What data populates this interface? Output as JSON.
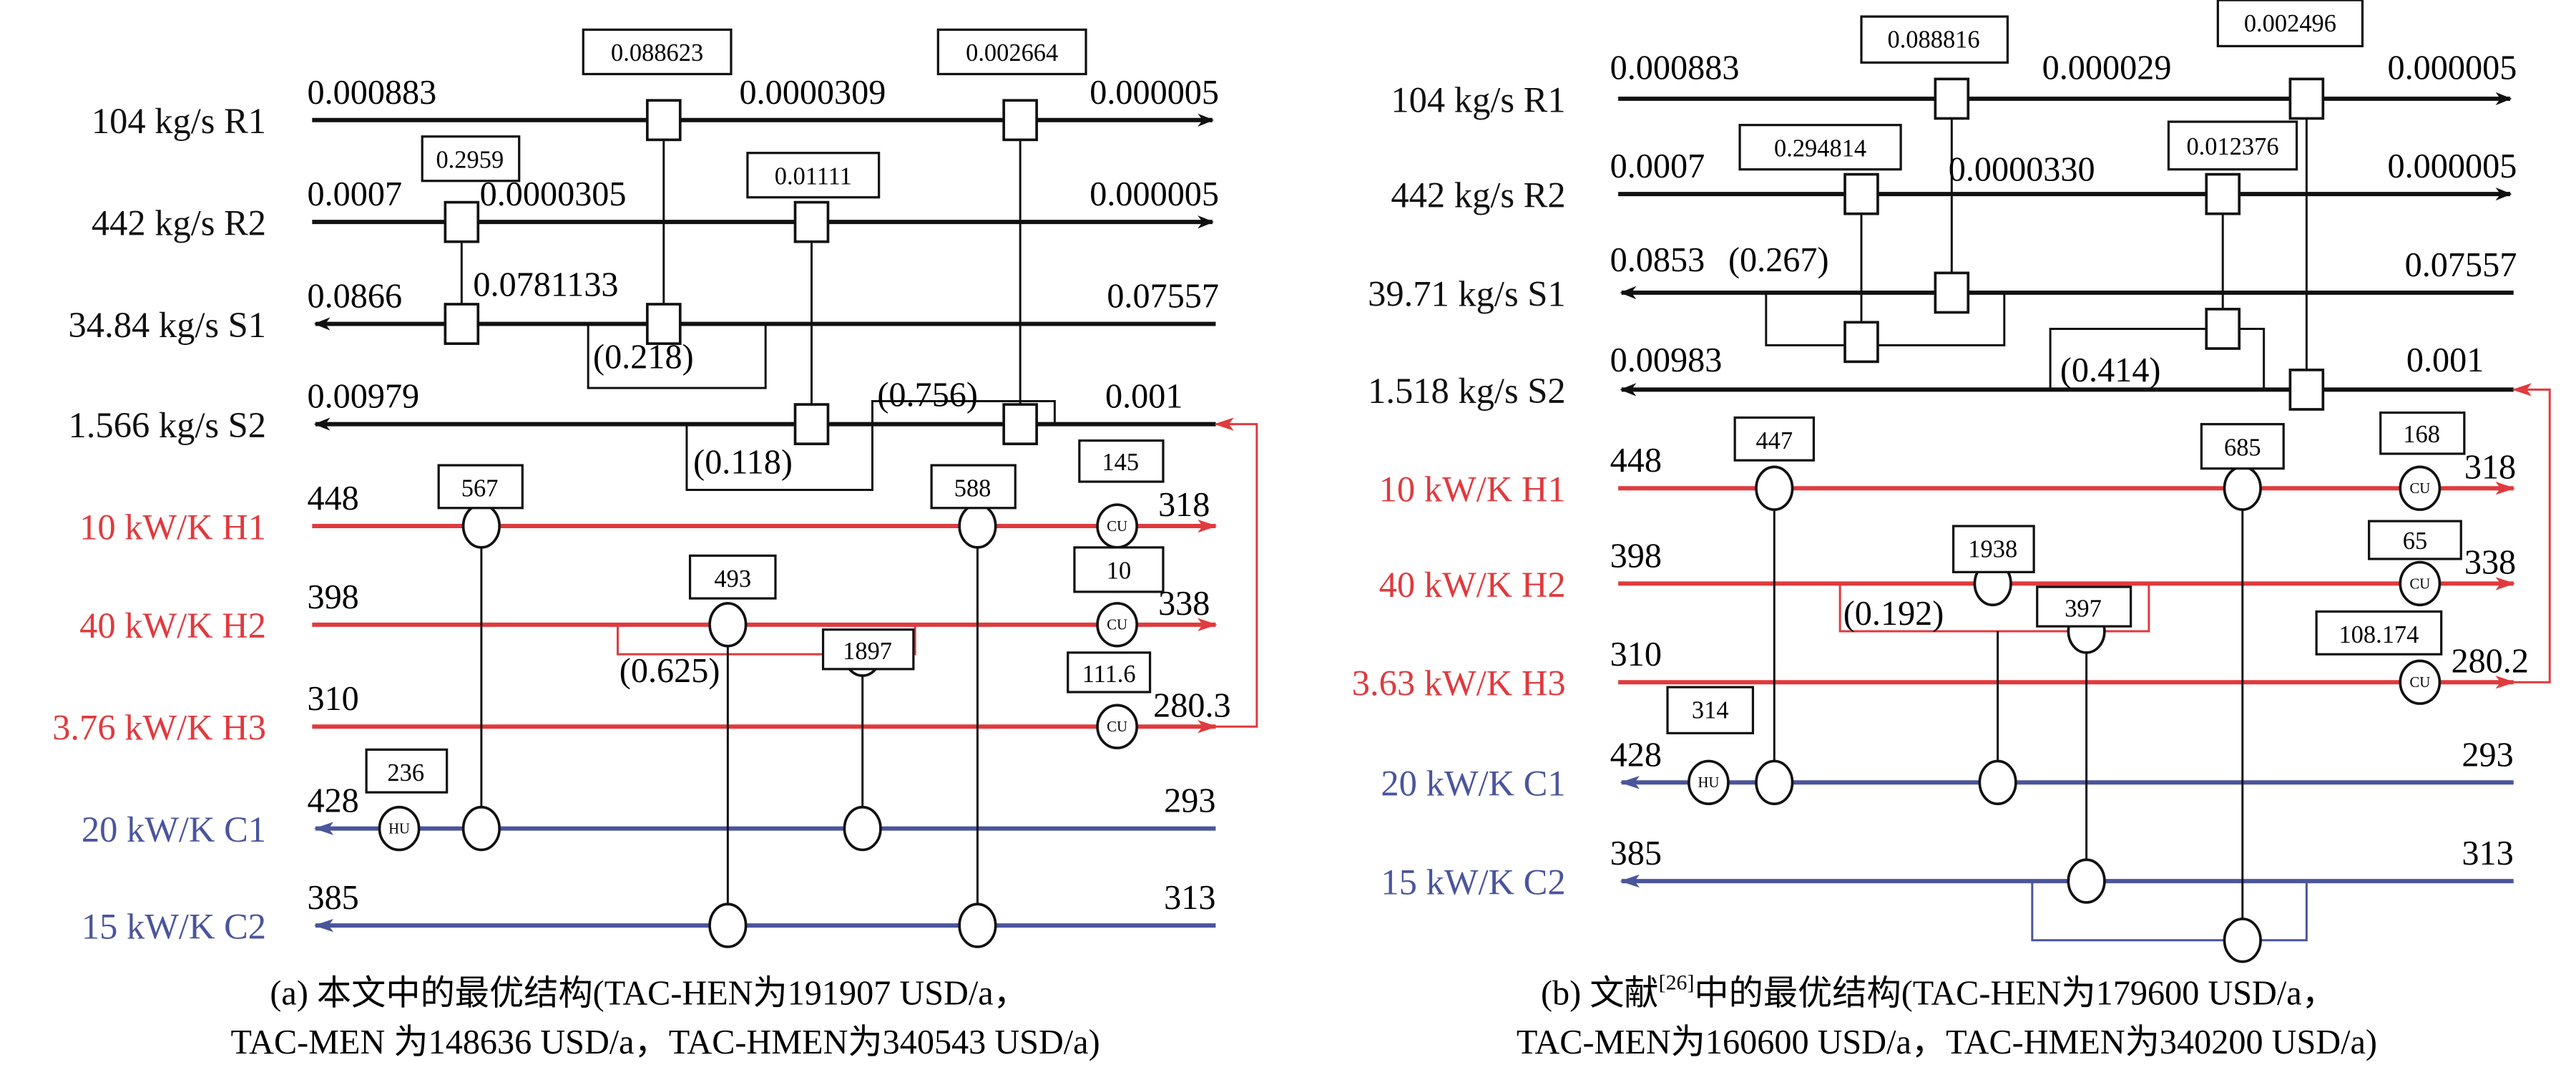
{
  "colors": {
    "mass": "#111111",
    "hot": "#e03a3e",
    "cold": "#4a559c"
  },
  "panel_a": {
    "streams": {
      "R1": {
        "label": "104 kg/s R1",
        "inlet": "0.000883",
        "mid": "0.0000309",
        "outlet": "0.000005"
      },
      "R2": {
        "label": "442 kg/s R2",
        "inlet": "0.0007",
        "mid": "0.0000305",
        "outlet": "0.000005"
      },
      "S1": {
        "label": "34.84 kg/s S1",
        "outlet": "0.0866",
        "mid": "0.0781133",
        "inlet": "0.07557"
      },
      "S2": {
        "label": "1.566 kg/s S2",
        "outlet": "0.00979",
        "inlet": "0.001"
      },
      "H1": {
        "label": "10 kW/K H1",
        "inlet": "448",
        "outlet": "318"
      },
      "H2": {
        "label": "40 kW/K H2",
        "inlet": "398",
        "outlet": "338"
      },
      "H3": {
        "label": "3.76 kW/K H3",
        "inlet": "310",
        "outlet": "280.3"
      },
      "C1": {
        "label": "20 kW/K C1",
        "outlet": "428",
        "inlet": "293"
      },
      "C2": {
        "label": "15 kW/K C2",
        "outlet": "385",
        "inlet": "313"
      }
    },
    "mass_exchangers": {
      "R1_S1": "0.088623",
      "R1_S2": "0.002664",
      "R2_S1": "0.2959",
      "R2_S2": "0.01111"
    },
    "heat_exchangers": {
      "H1_C1": "567",
      "H1_C2": "588",
      "H2_C2": "493",
      "H2_C1": "1897",
      "HU_C1": "236",
      "CU_H1": "145",
      "CU_H2": "10",
      "CU_H3": "111.6"
    },
    "split_ratios": {
      "S1": "(0.218)",
      "S2_a": "(0.118)",
      "S2_b": "(0.756)",
      "H2": "(0.625)"
    },
    "utility_labels": {
      "cu": "CU",
      "hu": "HU"
    },
    "caption": {
      "line1": "(a) 本文中的最优结构(TAC-HEN为191907 USD/a，",
      "line2": "TAC-MEN 为148636 USD/a，TAC-HMEN为340543 USD/a)"
    }
  },
  "panel_b": {
    "streams": {
      "R1": {
        "label": "104 kg/s R1",
        "inlet": "0.000883",
        "mid": "0.000029",
        "outlet": "0.000005"
      },
      "R2": {
        "label": "442 kg/s R2",
        "inlet": "0.0007",
        "mid": "0.0000330",
        "outlet": "0.000005"
      },
      "S1": {
        "label": "39.71 kg/s S1",
        "outlet": "0.0853",
        "inlet": "0.07557"
      },
      "S2": {
        "label": "1.518 kg/s S2",
        "outlet": "0.00983",
        "inlet": "0.001"
      },
      "H1": {
        "label": "10 kW/K H1",
        "inlet": "448",
        "outlet": "318"
      },
      "H2": {
        "label": "40 kW/K H2",
        "inlet": "398",
        "outlet": "338"
      },
      "H3": {
        "label": "3.63 kW/K H3",
        "inlet": "310",
        "outlet": "280.2"
      },
      "C1": {
        "label": "20 kW/K C1",
        "outlet": "428",
        "inlet": "293"
      },
      "C2": {
        "label": "15 kW/K C2",
        "outlet": "385",
        "inlet": "313"
      }
    },
    "mass_exchangers": {
      "R1_S1": "0.088816",
      "R1_S2": "0.002496",
      "R2_S1": "0.294814",
      "R2_S2": "0.012376"
    },
    "heat_exchangers": {
      "H1_C1": "447",
      "H1_C2": "685",
      "H2_C1": "1938",
      "H2_C2": "397",
      "HU_C1": "314",
      "CU_H1": "168",
      "CU_H2": "65",
      "CU_H3": "108.174"
    },
    "split_ratios": {
      "S1": "(0.267)",
      "S2": "(0.414)",
      "H2": "(0.192)"
    },
    "utility_labels": {
      "cu": "CU",
      "hu": "HU"
    },
    "caption": {
      "line1_pre": "(b) 文献",
      "line1_ref": "[26]",
      "line1_post": "中的最优结构(TAC-HEN为179600 USD/a，",
      "line2": "TAC-MEN为160600 USD/a，TAC-HMEN为340200 USD/a)"
    }
  }
}
